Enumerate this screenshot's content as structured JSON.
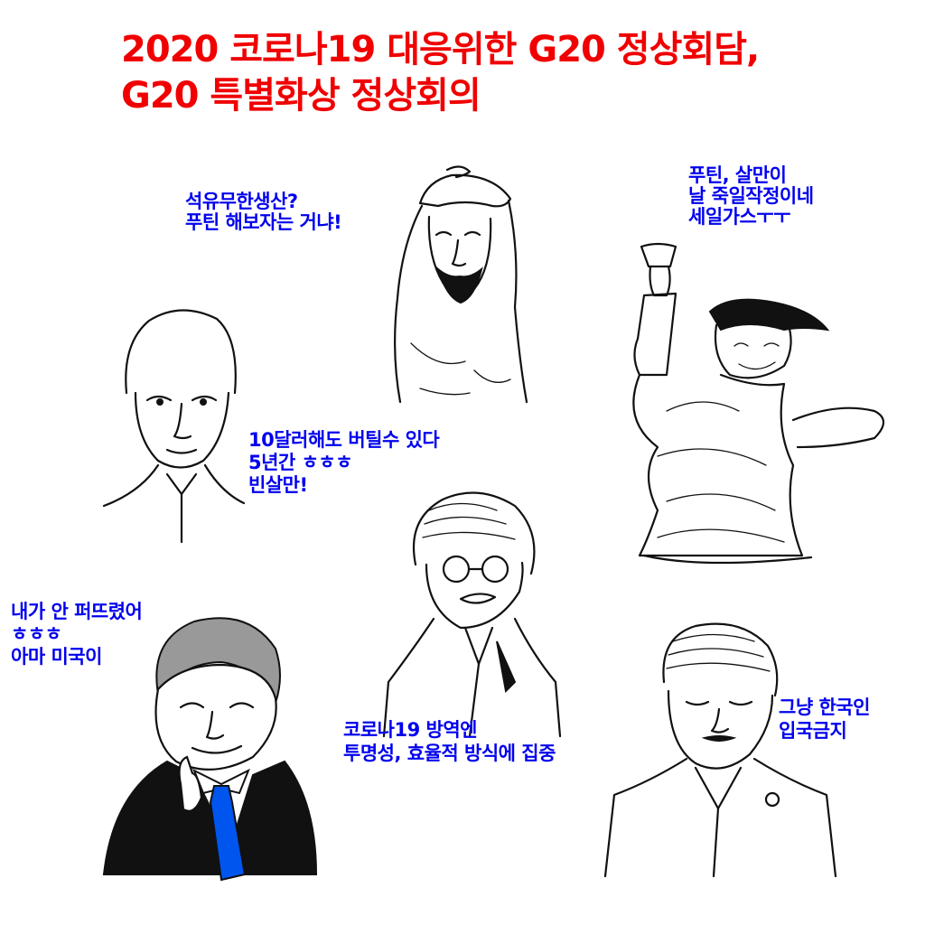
{
  "title": {
    "line1": "2020 코로나19 대응위한 G20 정상회담,",
    "line2": "G20 특별화상 정상회의"
  },
  "captions": {
    "saudi": [
      "석유무한생산?",
      "푸틴 해보자는 거냐!"
    ],
    "liberty": [
      "푸틴, 살만이",
      "날 죽일작정이네",
      "세일가스ㅜㅜ"
    ],
    "putin": [
      "10달러해도 버틸수 있다",
      "5년간 ㅎㅎㅎ",
      "빈살만!"
    ],
    "moon": [
      "코로나19 방역엔",
      "투명성, 효율적 방식에 집중"
    ],
    "xi": [
      "내가 안 퍼뜨렸어",
      "ㅎㅎㅎ",
      "아마 미국이"
    ],
    "abe": [
      "그냥 한국인",
      "입국금지"
    ]
  },
  "colors": {
    "title": "#f00000",
    "caption": "#0000ee",
    "tie": "#0055ee"
  }
}
